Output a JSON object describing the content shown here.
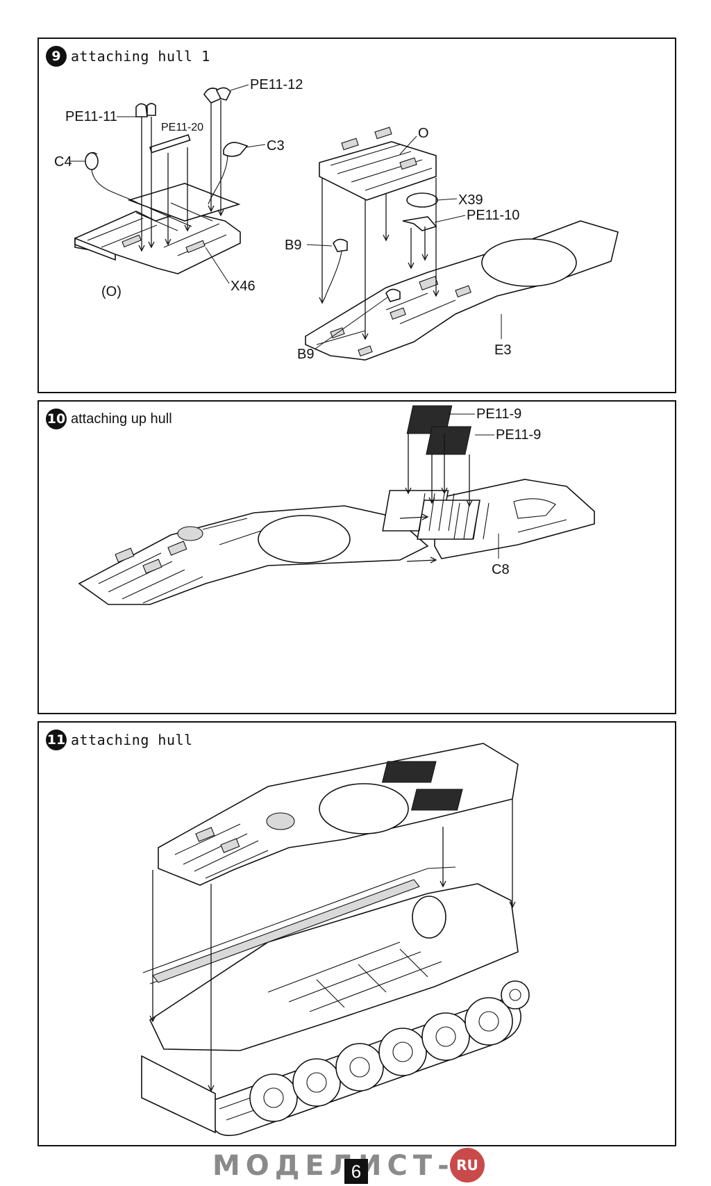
{
  "steps": [
    {
      "number": "9",
      "title": "attaching hull 1",
      "labels": {
        "pe11_12": "PE11-12",
        "pe11_11": "PE11-11",
        "pe11_20": "PE11-20",
        "c3": "C3",
        "c4": "C4",
        "o_paren": "(O)",
        "x46": "X46",
        "o": "O",
        "x39": "X39",
        "pe11_10": "PE11-10",
        "b9_top": "B9",
        "b9_bottom": "B9",
        "e3": "E3"
      }
    },
    {
      "number": "10",
      "title": "attaching up hull",
      "labels": {
        "pe11_9_a": "PE11-9",
        "pe11_9_b": "PE11-9",
        "c8": "C8"
      }
    },
    {
      "number": "11",
      "title": "attaching hull"
    }
  ],
  "footer": {
    "brand": "МОДЕЛИСТ-",
    "brand_badge": "RU",
    "page_number": "6"
  },
  "colors": {
    "ink": "#111111",
    "watermark": "#8a8a8a",
    "badge": "#c94a4a"
  }
}
